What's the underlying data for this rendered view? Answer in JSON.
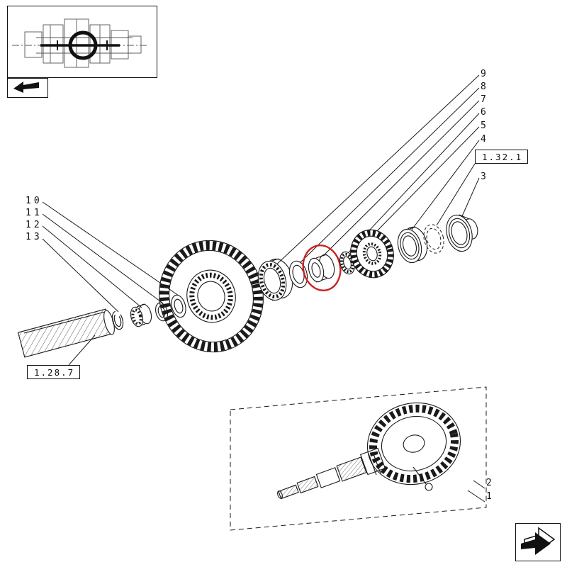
{
  "page": {
    "background": "#ffffff",
    "ink": "#1a1a1a",
    "highlight": "#cc2222"
  },
  "callouts": {
    "right_column": [
      "9",
      "8",
      "7",
      "6",
      "5",
      "4"
    ],
    "ref_box_right": "1.32.1",
    "item_3": "3",
    "left_column": [
      "10",
      "11",
      "12",
      "13"
    ],
    "ref_box_left": "1.28.7",
    "item_2": "2",
    "item_1": "1"
  },
  "icons": {
    "thumbnail": "overview-thumbnail",
    "prev": "page-back-arrow-icon",
    "next": "page-forward-arrow-icon",
    "highlight": "red-highlight-ellipse"
  }
}
